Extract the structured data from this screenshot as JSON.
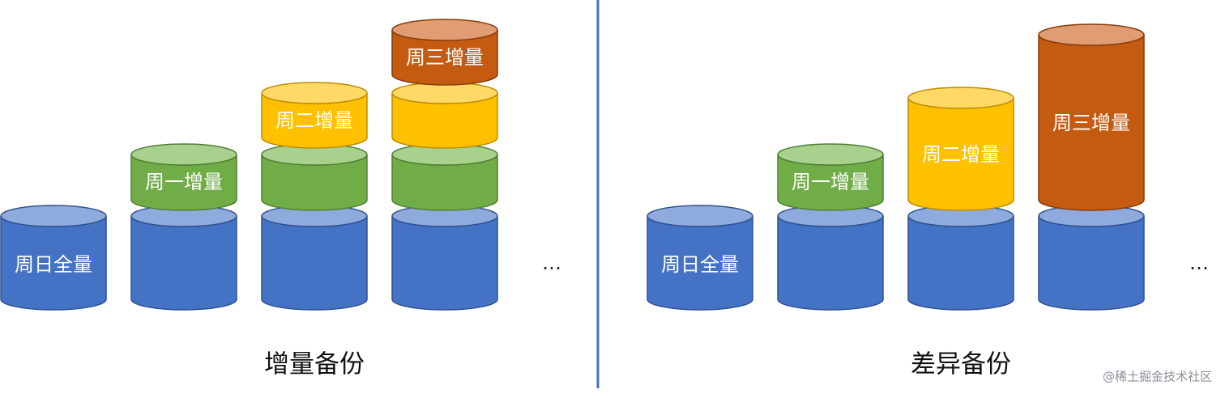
{
  "labels": {
    "sunday_full": "周日全量",
    "monday_inc": "周一增量",
    "tuesday_inc": "周二增量",
    "wednesday_inc": "周三增量",
    "ellipsis": "…"
  },
  "captions": {
    "incremental": "增量备份",
    "differential": "差异备份"
  },
  "watermark": "@稀土掘金技术社区",
  "colors": {
    "blue_body": "#4472c4",
    "blue_top": "#8faadc",
    "green_body": "#70ad47",
    "green_top": "#a9d18e",
    "yellow_body": "#ffc000",
    "yellow_top": "#ffd966",
    "orange_body": "#c55a11",
    "orange_top": "#e09d73",
    "divider": "#4472c4"
  }
}
